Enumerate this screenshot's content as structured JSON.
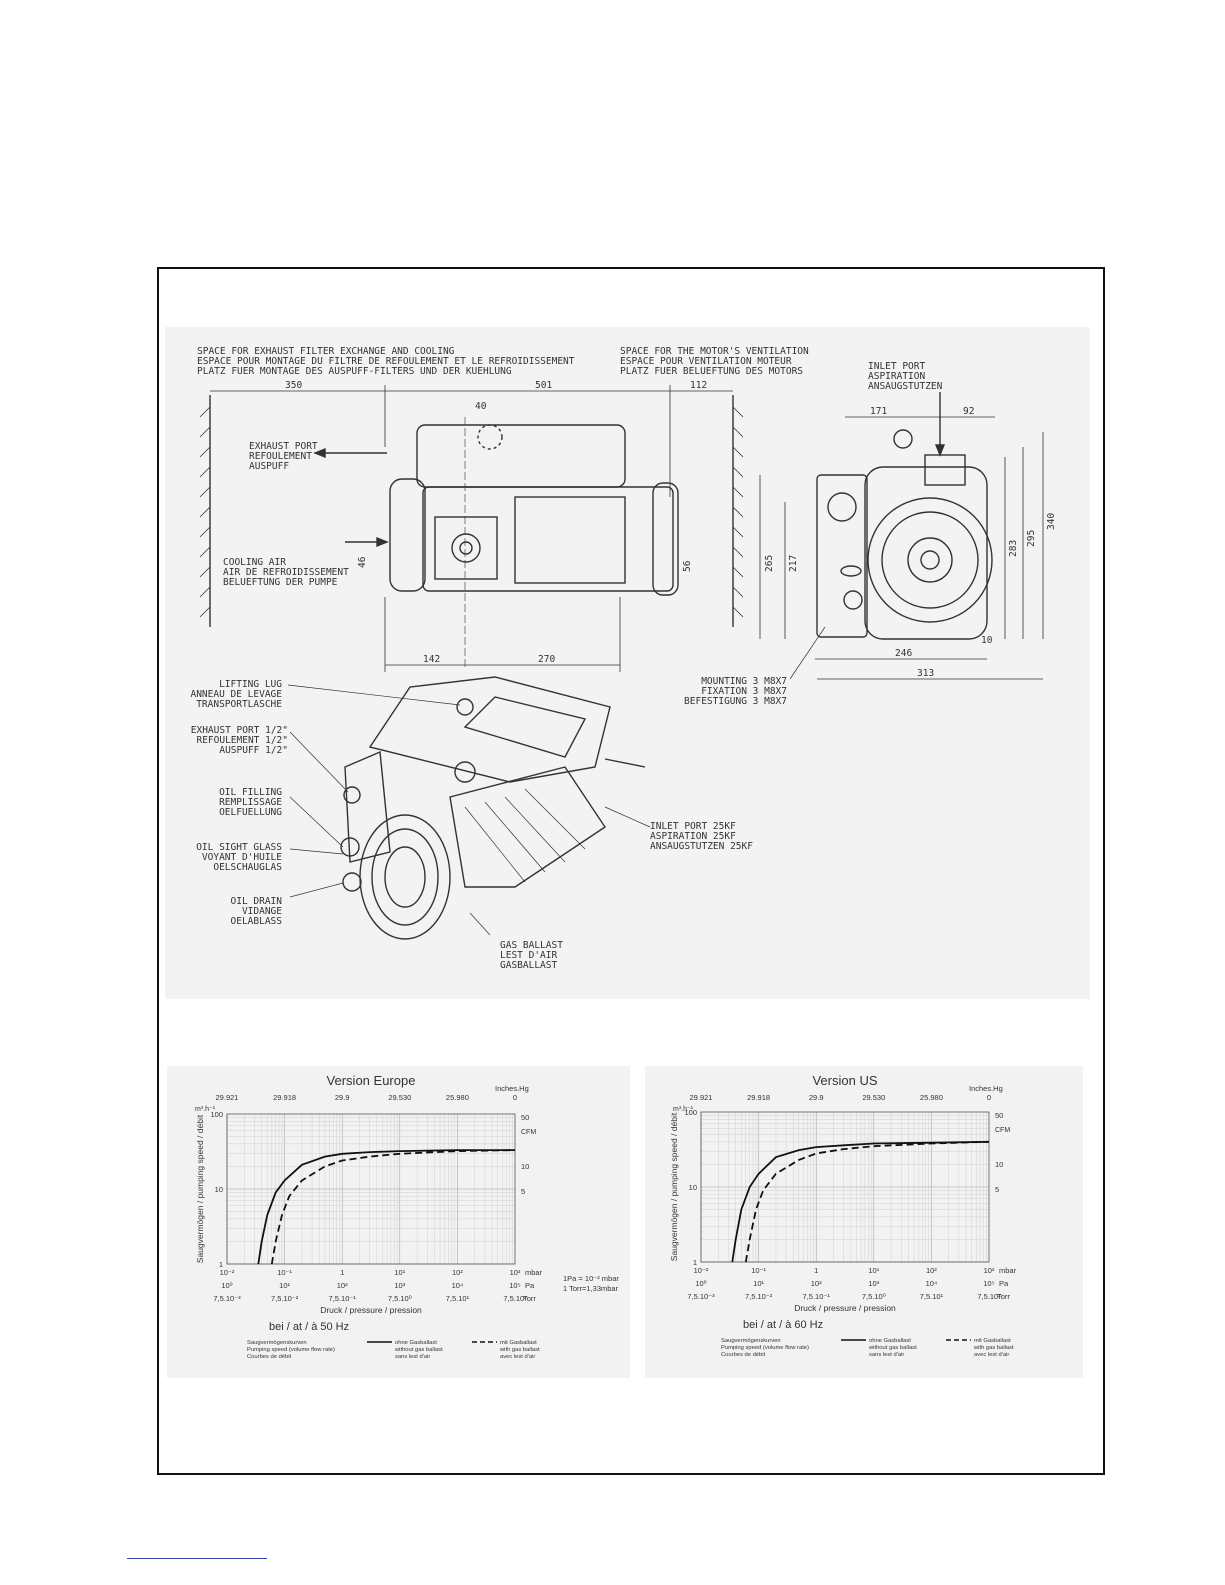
{
  "drawing": {
    "top_left_note": [
      "SPACE FOR EXHAUST FILTER EXCHANGE AND COOLING",
      "ESPACE POUR MONTAGE DU FILTRE DE REFOULEMENT ET LE REFROIDISSEMENT",
      "PLATZ FUER MONTAGE DES AUSPUFF-FILTERS UND DER KUEHLUNG"
    ],
    "top_mid_note": [
      "SPACE FOR THE MOTOR'S VENTILATION",
      "ESPACE POUR VENTILATION MOTEUR",
      "PLATZ FUER BELUEFTUNG DES MOTORS"
    ],
    "inlet_port_note": [
      "INLET PORT",
      "ASPIRATION",
      "ANSAUGSTUTZEN"
    ],
    "exhaust_port_note": [
      "EXHAUST PORT",
      "REFOULEMENT",
      "AUSPUFF"
    ],
    "cooling_air_note": [
      "COOLING AIR",
      "AIR DE REFROIDISSEMENT",
      "BELUEFTUNG DER PUMPE"
    ],
    "mounting_note": [
      "MOUNTING 3 M8X7",
      "FIXATION 3 M8X7",
      "BEFESTIGUNG 3 M8X7"
    ],
    "lifting_lug_note": [
      "LIFTING LUG",
      "ANNEAU DE LEVAGE",
      "TRANSPORTLASCHE"
    ],
    "exhaust_port_half_note": [
      "EXHAUST PORT 1/2\"",
      "REFOULEMENT 1/2\"",
      "AUSPUFF 1/2\""
    ],
    "oil_filling_note": [
      "OIL FILLING",
      "REMPLISSAGE",
      "OELFUELLUNG"
    ],
    "oil_sight_note": [
      "OIL SIGHT GLASS",
      "VOYANT D'HUILE",
      "OELSCHAUGLAS"
    ],
    "oil_drain_note": [
      "OIL DRAIN",
      "VIDANGE",
      "OELABLASS"
    ],
    "inlet_kf_note": [
      "INLET PORT 25KF",
      "ASPIRATION 25KF",
      "ANSAUGSTUTZEN 25KF"
    ],
    "gas_ballast_note": [
      "GAS BALLAST",
      "LEST D'AIR",
      "GASBALLAST"
    ],
    "dims": {
      "d350": "350",
      "d501": "501",
      "d112": "112",
      "d40": "40",
      "d46": "46",
      "d56": "56",
      "d142": "142",
      "d270": "270",
      "d171": "171",
      "d92": "92",
      "d265": "265",
      "d217": "217",
      "d283": "283",
      "d295": "295",
      "d340": "340",
      "d246": "246",
      "d10": "10",
      "d313": "313"
    }
  },
  "charts": {
    "left": {
      "title": "Version Europe",
      "y_unit_left": "m³.h⁻¹",
      "y_unit_right": "CFM",
      "top_unit": "Inches.Hg",
      "top_ticks": [
        "29.921",
        "29.918",
        "29.9",
        "29.530",
        "25.980",
        "0"
      ],
      "y_ticks_left": [
        "100",
        "10",
        "1"
      ],
      "y_ticks_right": [
        "50",
        "10",
        "5"
      ],
      "x_ticks_mbar": [
        "10⁻²",
        "10⁻¹",
        "1",
        "10¹",
        "10²",
        "10³"
      ],
      "x_ticks_pa": [
        "10⁰",
        "10¹",
        "10²",
        "10³",
        "10⁴",
        "10⁵"
      ],
      "x_ticks_torr": [
        "7,5.10⁻³",
        "7,5.10⁻²",
        "7,5.10⁻¹",
        "7,5.10⁰",
        "7,5.10¹",
        "7,5.10²"
      ],
      "unit_mbar": "mbar",
      "unit_pa": "Pa",
      "unit_torr": "Torr",
      "ylabel": "Saugvermögen / pumping speed / débit",
      "xlabel": "Druck / pressure / pression",
      "freq": "bei / at / à 50 Hz",
      "conv1": "1Pa = 10⁻² mbar",
      "conv2": "1 Torr=1,33mbar",
      "legend_caption": [
        "Saugvermögenskurven",
        "Pumping speed (volume flow rate)",
        "Courbes de débit"
      ],
      "legend_solid": [
        "ohne Gasballast",
        "without gas ballast",
        "sans lest d'air"
      ],
      "legend_dashed": [
        "mit Gasballast",
        "with gas ballast",
        "avec lest d'air"
      ]
    },
    "right": {
      "title": "Version US",
      "y_unit_left": "m³.h⁻¹",
      "y_unit_right": "CFM",
      "top_unit": "Inches.Hg",
      "top_ticks": [
        "29.921",
        "29.918",
        "29.9",
        "29.530",
        "25.980",
        "0"
      ],
      "y_ticks_left": [
        "100",
        "10",
        "1"
      ],
      "y_ticks_right": [
        "50",
        "10",
        "5"
      ],
      "x_ticks_mbar": [
        "10⁻²",
        "10⁻¹",
        "1",
        "10¹",
        "10²",
        "10³"
      ],
      "x_ticks_pa": [
        "10⁰",
        "10¹",
        "10²",
        "10³",
        "10⁴",
        "10⁵"
      ],
      "x_ticks_torr": [
        "7,5.10⁻³",
        "7,5.10⁻²",
        "7,5.10⁻¹",
        "7,5.10⁰",
        "7,5.10¹",
        "7,5.10²"
      ],
      "unit_mbar": "mbar",
      "unit_pa": "Pa",
      "unit_torr": "Torr",
      "ylabel": "Saugvermögen / pumping speed / débit",
      "xlabel": "Druck / pressure / pression",
      "freq": "bei / at / à 60 Hz",
      "legend_caption": [
        "Saugvermögenskurven",
        "Pumping speed (volume flow rate)",
        "Courbes de débit"
      ],
      "legend_solid": [
        "ohne Gasballast",
        "without gas ballast",
        "sans lest d'air"
      ],
      "legend_dashed": [
        "mit Gasballast",
        "with gas ballast",
        "avec lest d'air"
      ]
    }
  },
  "chart_data": [
    {
      "type": "line",
      "title": "Version Europe",
      "xlabel": "Druck / pressure / pression",
      "ylabel": "Saugvermögen / pumping speed / débit",
      "x_scale": "log",
      "y_scale": "log",
      "xlim": [
        0.01,
        1000
      ],
      "ylim": [
        1,
        100
      ],
      "grid": true,
      "legend_placement": "bottom",
      "series": [
        {
          "name": "ohne Gasballast",
          "style": "solid",
          "x": [
            0.035,
            0.04,
            0.05,
            0.07,
            0.1,
            0.2,
            0.5,
            1,
            3,
            10,
            100,
            1000
          ],
          "y": [
            1,
            2,
            4.5,
            9,
            13,
            21,
            27,
            29.5,
            31,
            32,
            33,
            33
          ]
        },
        {
          "name": "mit Gasballast",
          "style": "dashed",
          "x": [
            0.06,
            0.07,
            0.09,
            0.12,
            0.2,
            0.5,
            1,
            3,
            10,
            100,
            1000
          ],
          "y": [
            1,
            2,
            4.5,
            8,
            13,
            20,
            24,
            27,
            29.5,
            32,
            33
          ]
        }
      ]
    },
    {
      "type": "line",
      "title": "Version US",
      "xlabel": "Druck / pressure / pression",
      "ylabel": "Saugvermögen / pumping speed / débit",
      "x_scale": "log",
      "y_scale": "log",
      "xlim": [
        0.01,
        1000
      ],
      "ylim": [
        1,
        100
      ],
      "grid": true,
      "legend_placement": "bottom",
      "series": [
        {
          "name": "ohne Gasballast",
          "style": "solid",
          "x": [
            0.035,
            0.04,
            0.05,
            0.07,
            0.1,
            0.2,
            0.5,
            1,
            3,
            10,
            100,
            1000
          ],
          "y": [
            1,
            2,
            5,
            10,
            15,
            25,
            31,
            34,
            36,
            38,
            39,
            40
          ]
        },
        {
          "name": "mit Gasballast",
          "style": "dashed",
          "x": [
            0.06,
            0.07,
            0.09,
            0.12,
            0.2,
            0.5,
            1,
            3,
            10,
            100,
            1000
          ],
          "y": [
            1,
            2,
            5,
            9,
            15,
            23,
            28,
            32,
            35,
            38,
            40
          ]
        }
      ]
    }
  ]
}
